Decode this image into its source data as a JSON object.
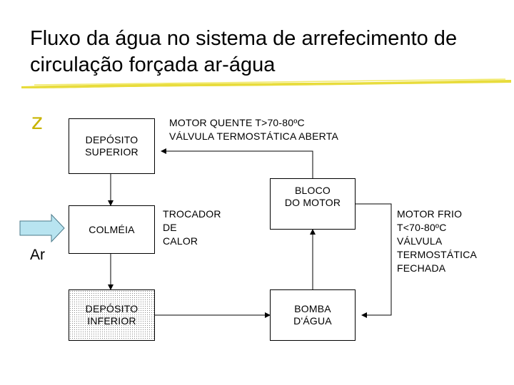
{
  "title": {
    "line1": "Fluxo da água no sistema de arrefecimento de",
    "line2": "circulação forçada ar-água"
  },
  "bullet_glyph": "z",
  "colors": {
    "accent": "#e8dc3c",
    "bullet": "#c8b400",
    "arrow_fill": "#b8e4f0"
  },
  "boxes": {
    "deposito_superior": "DEPÓSITO\nSUPERIOR",
    "colmeia": "COLMÉIA",
    "deposito_inferior": "DEPÓSITO\nINFERIOR",
    "bloco_motor": "BLOCO\nDO MOTOR",
    "bomba_agua": "BOMBA\nD'ÁGUA"
  },
  "labels": {
    "motor_quente": "MOTOR QUENTE  T>70-80ºC\nVÁLVULA TERMOSTÁTICA ABERTA",
    "trocador": "TROCADOR\nDE\nCALOR",
    "motor_frio": "MOTOR FRIO\nT<70-80ºC\nVÁLVULA\nTERMOSTÁTICA\nFECHADA",
    "ar": "Ar"
  }
}
